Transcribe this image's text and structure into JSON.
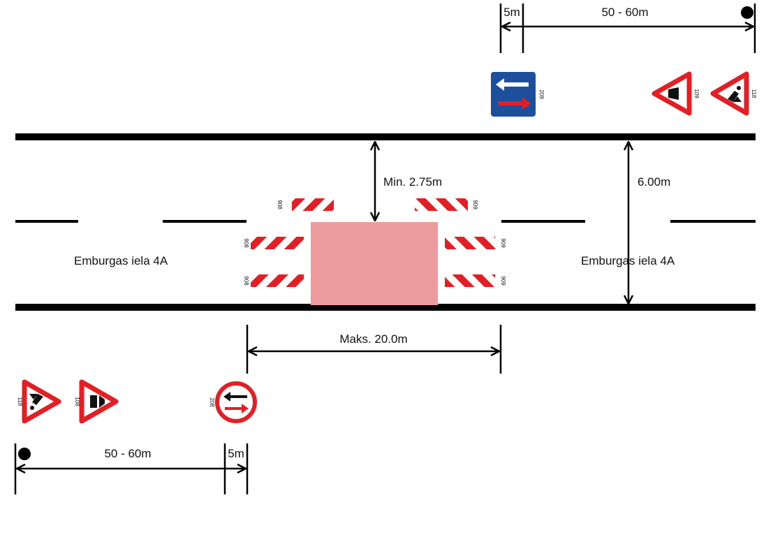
{
  "street": {
    "name_left": "Emburgas iela 4A",
    "name_right": "Emburgas iela 4A"
  },
  "dimensions": {
    "min_lane_width": "Min. 2.75m",
    "road_width": "6.00m",
    "max_work_length": "Maks. 20.0m",
    "approach_distance_top": "50 - 60m",
    "offset_top": "5m",
    "approach_distance_bottom": "50 - 60m",
    "offset_bottom": "5m"
  },
  "signs": {
    "top_priority_sign": {
      "code": "209",
      "icon": "priority-over-oncoming-sign"
    },
    "top_road_narrows": {
      "code": "109",
      "icon": "road-narrows-triangle"
    },
    "top_road_works": {
      "code": "118",
      "icon": "road-works-triangle"
    },
    "bottom_road_works": {
      "code": "118",
      "icon": "road-works-triangle"
    },
    "bottom_road_narrows": {
      "code": "108",
      "icon": "road-narrows-triangle"
    },
    "bottom_give_way_oncoming": {
      "code": "208",
      "icon": "give-way-oncoming-sign"
    },
    "barrier_left_top": "908",
    "barrier_left_mid": "908",
    "barrier_left_low": "908",
    "barrier_right_top": "909",
    "barrier_right_mid": "909",
    "barrier_right_low": "909"
  },
  "colors": {
    "work_zone": "#ec9b9e",
    "sign_red": "#e31e24",
    "sign_blue": "#1e4f9c",
    "road_line": "#000000"
  }
}
